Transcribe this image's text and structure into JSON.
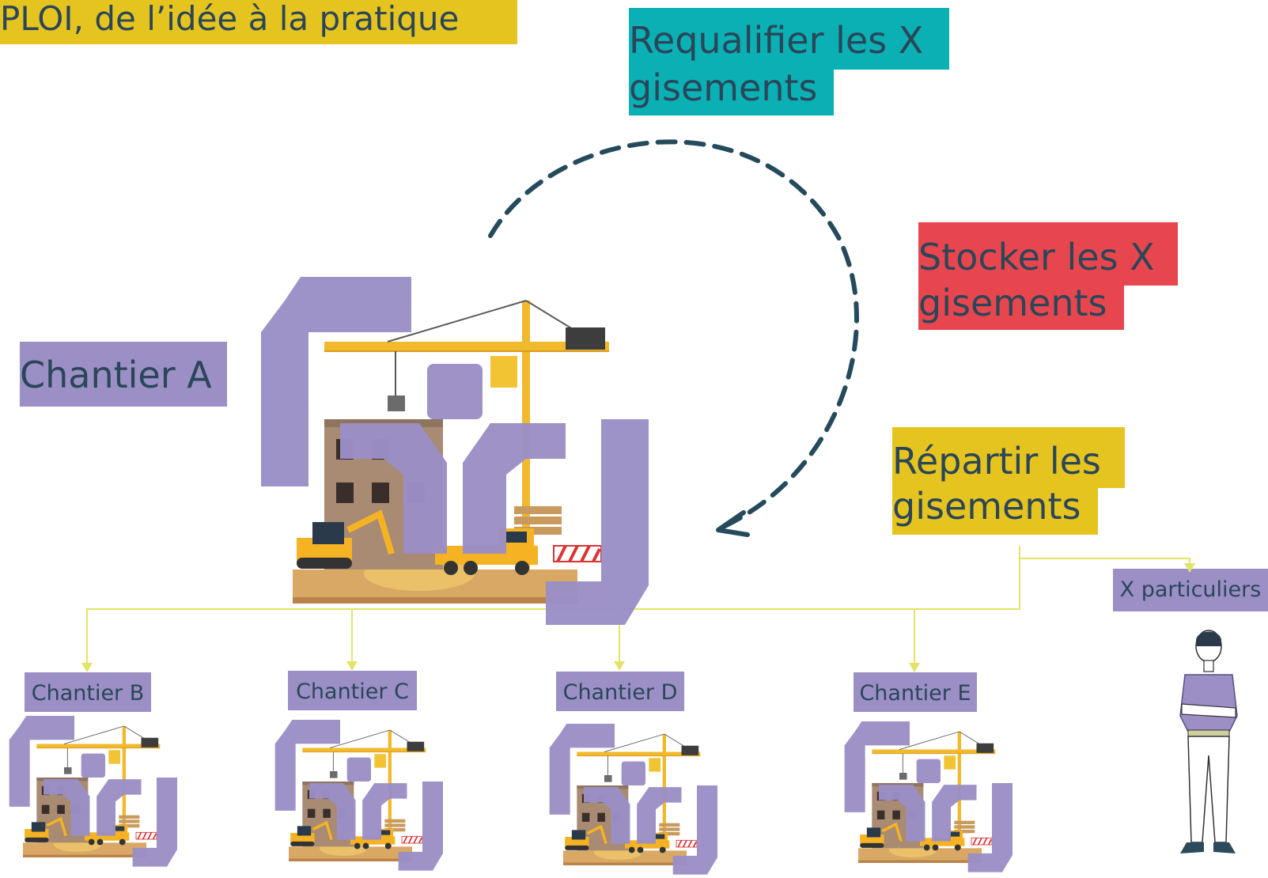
{
  "title": "PLOI, de l’idée à la pratique",
  "steps": {
    "requalifier": {
      "line1": "Requalifier les X",
      "line2": "gisements",
      "color": "#0ab0b4"
    },
    "stocker": {
      "line1": "Stocker les X",
      "line2": "gisements",
      "color": "#e8464e"
    },
    "repartir": {
      "line1": "Répartir les",
      "line2": "gisements",
      "color": "#e6c41f"
    }
  },
  "source_site": {
    "label": "Chantier A"
  },
  "destinations": [
    {
      "label": "Chantier B"
    },
    {
      "label": "Chantier C"
    },
    {
      "label": "Chantier D"
    },
    {
      "label": "Chantier E"
    },
    {
      "label": "X particuliers"
    }
  ],
  "colors": {
    "label_purple": "#9b8fc6",
    "text_dark": "#2a4658",
    "arrow_dashed": "#244a5c",
    "connector": "#e3e36a"
  }
}
